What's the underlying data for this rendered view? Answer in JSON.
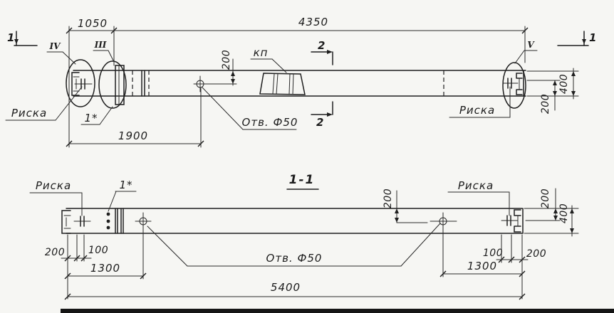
{
  "drawing": {
    "kind": "structural column shop drawing (plan and section 1-1)",
    "colors": {
      "ink": "#1f1f1f",
      "paper": "#f6f6f3"
    },
    "top_view": {
      "dims": {
        "overall_left": "1050",
        "overall_right": "4350",
        "to_hole": "1900",
        "hole_offset": "200",
        "mark_to_edge": "200",
        "width": "400"
      },
      "labels": {
        "riska_left": "Риска",
        "riska_right": "Риска",
        "detail_1": "1*",
        "kp": "кп",
        "hole": "Отв. Ф50"
      },
      "markers": {
        "node_iv": "IV",
        "node_iii": "III",
        "node_v": "V",
        "section_1_left": "1",
        "section_1_right": "1",
        "section_2_top": "2",
        "section_2_bottom": "2"
      }
    },
    "section_view": {
      "title": "1-1",
      "dims": {
        "end_to_mark_left": "200",
        "mark_to_edge_left": "100",
        "to_hole_left": "1300",
        "hole_offset": "200",
        "mark_to_edge_right": "100",
        "end_to_mark_right": "200",
        "to_hole_right": "1300",
        "edge_to_mark": "200",
        "width": "400",
        "overall": "5400"
      },
      "labels": {
        "riska_left": "Риска",
        "riska_right": "Риска",
        "detail_1": "1*",
        "hole": "Отв. Ф50"
      }
    }
  }
}
